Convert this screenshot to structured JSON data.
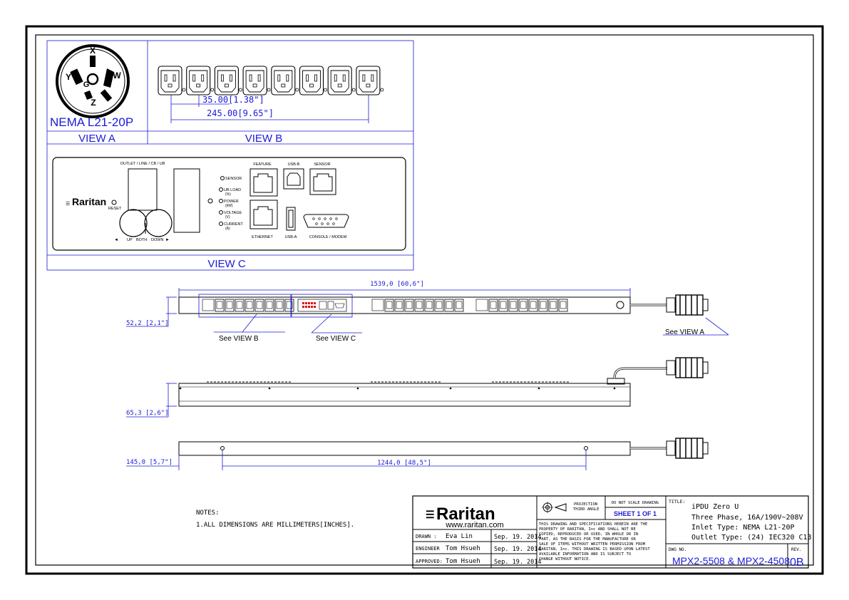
{
  "view_a": {
    "connector_label": "NEMA L21-20P",
    "caption": "VIEW A",
    "pins": {
      "x": "X",
      "y": "Y",
      "w": "W",
      "g": "G",
      "z": "Z"
    }
  },
  "view_b": {
    "caption": "VIEW B",
    "dim_pitch": "35.00[1.38\"]",
    "dim_total": "245.00[9.65\"]"
  },
  "view_c": {
    "caption": "VIEW C",
    "outlet_header": "OUTLET / LINE / CB / UB",
    "brand": "Raritan",
    "reset": "RESET",
    "up": "UP",
    "both": "BOTH",
    "down": "DOWN",
    "left_arrow": "◄",
    "right_arrow": "►",
    "led_sensor": "SENSOR",
    "led_ub_load_1": "UB LOAD",
    "led_ub_load_2": "(%)",
    "led_power_1": "POWER",
    "led_power_2": "(kW)",
    "led_voltage_1": "VOLTAGE",
    "led_voltage_2": "(V)",
    "led_current_1": "CURRENT",
    "led_current_2": "(A)",
    "feature": "FEATURE",
    "ethernet": "ETHERNET",
    "usb_b": "USB-B",
    "usb_a": "USB-A",
    "sensor_port": "SENSOR",
    "console": "CONSOLE / MODEM"
  },
  "front_view": {
    "dim_length": "1539,0 [60,6\"]",
    "dim_height": "52,2 [2,1\"]",
    "callout_b": "See VIEW B",
    "callout_c": "See VIEW C",
    "callout_a": "See VIEW A"
  },
  "side_view": {
    "dim_height": "65,3 [2,6\"]"
  },
  "back_view": {
    "dim_offset": "145,0 [5,7\"]",
    "dim_pitch": "1244,0 [48,5\"]"
  },
  "notes": {
    "title": "NOTES:",
    "line1": "1.ALL DIMENSIONS ARE MILLIMETERS[INCHES]."
  },
  "title_block": {
    "logo": "Raritan",
    "website": "www.raritan.com",
    "drawn_label": "DRAWN :",
    "drawn_name": "Eva Lin",
    "drawn_date": "Sep. 19. 2014",
    "engineer_label": "ENGINEER",
    "engineer_name": "Tom Hsueh",
    "engineer_date": "Sep. 19. 2014",
    "approved_label": "APPROVED:",
    "approved_name": "Tom Hsueh",
    "approved_date": "Sep. 19. 2014",
    "projection_1": "PROJECTION",
    "projection_2": "THIRD ANGLE",
    "dnsd": "DO NOT SCALE DRAWING",
    "sheet": "SHEET 1 OF 1",
    "prop_1": "THIS DRAWING AND SPECIFICATIONS HEREIN ARE THE",
    "prop_2": "PROPERTY OF RARITAN, Inc AND SHALL NOT BE",
    "prop_3": "COPIED, REPRODUCED OR USED, IN WHOLE OR IN",
    "prop_4": "PART, AS THE BASIS FOR THE MANUFACTURE OR",
    "prop_5": "SALE OF ITEMS WITHOUT WRITTEN PERMISSION FROM",
    "prop_6": "RARITAN, Inc. THIS DRAWING IS BASED UPON LATEST",
    "prop_7": "AVAILABLE INFORMATION AND IS SUBJECT TO",
    "prop_8": "CHANGE WITHOUT NOTICE.",
    "title_label": "TITLE:",
    "title_1": "iPDU Zero U",
    "title_2": "Three Phase, 16A/190V~208V",
    "title_3": "Inlet Type: NEMA L21-20P",
    "title_4": "Outlet Type: (24) IEC320 C13",
    "dwg_label": "DWG NO.",
    "dwg_no": "MPX2-5508 & MPX2-4508",
    "rev_label": "REV.",
    "rev": "0B"
  }
}
